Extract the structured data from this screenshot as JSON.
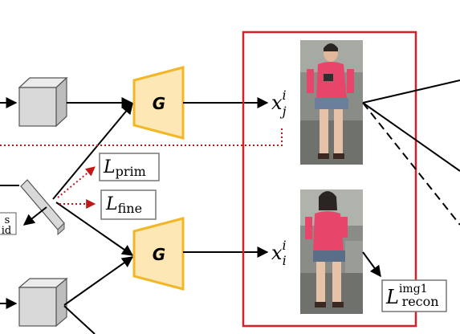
{
  "generators": [
    {
      "label": "G"
    },
    {
      "label": "G"
    }
  ],
  "outputs": {
    "top": {
      "base": "x",
      "sub": "j",
      "sup": "i"
    },
    "bottom": {
      "base": "x",
      "sub": "i",
      "sup": "i"
    }
  },
  "losses": {
    "prim": {
      "base": "L",
      "sub": "prim"
    },
    "fine": {
      "base": "L",
      "sub": "fine"
    },
    "recon": {
      "base": "L",
      "sub": "recon",
      "sup": "img1"
    }
  },
  "cut_off_box": {
    "line1": "s",
    "line2": "id"
  },
  "colors": {
    "generator_fill": "#fde7b5",
    "generator_stroke": "#f2b627",
    "frame_red": "#d61f26",
    "dotted_red": "#c01818",
    "cube_face": "#d9d9d9",
    "cube_top": "#ececec",
    "cube_side": "#bdbdbd",
    "loss_box_stroke": "#777777"
  }
}
